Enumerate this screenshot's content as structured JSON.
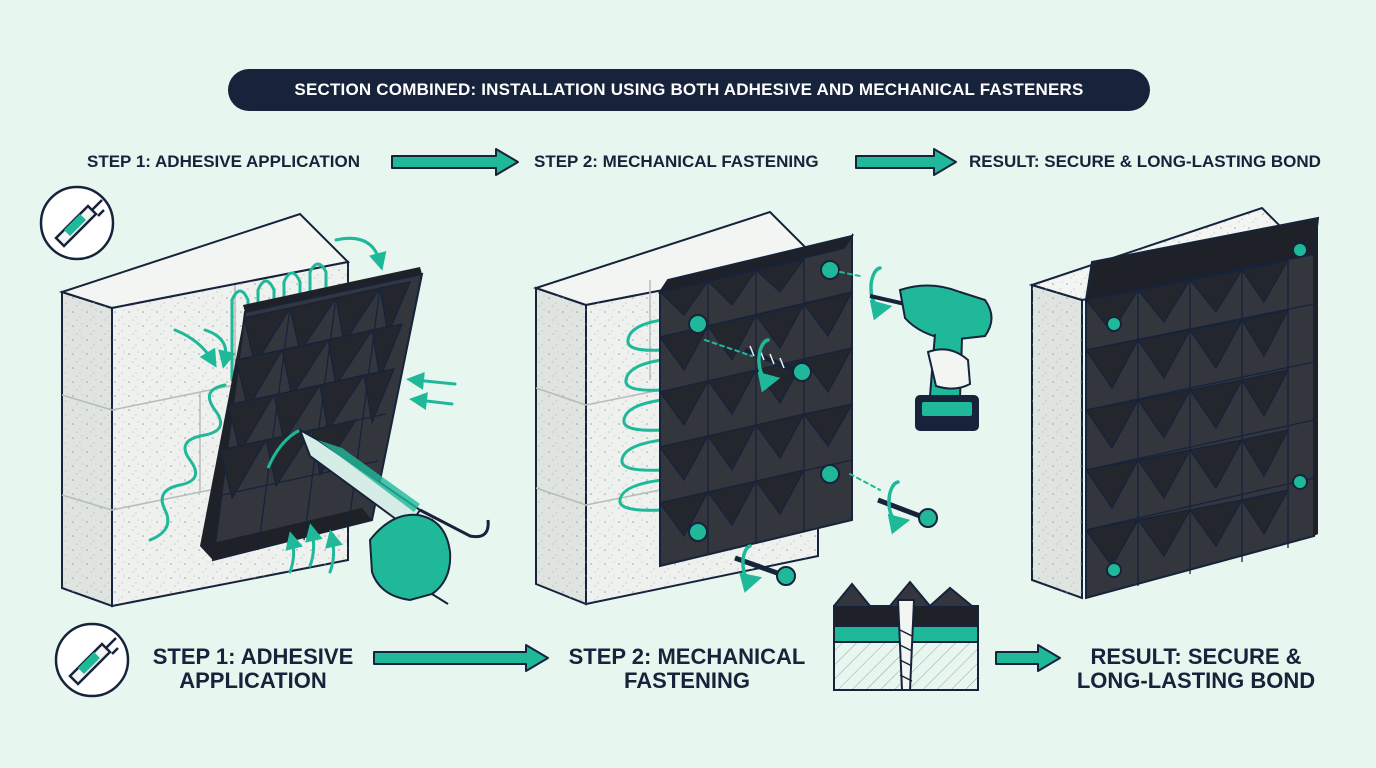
{
  "title": "SECTION COMBINED: INSTALLATION USING BOTH ADHESIVE AND MECHANICAL FASTENERS",
  "top_steps": [
    {
      "label": "STEP 1: ADHESIVE APPLICATION"
    },
    {
      "label": "STEP 2: MECHANICAL FASTENING"
    },
    {
      "label": "RESULT: SECURE & LONG-LASTING BOND"
    }
  ],
  "bottom_steps": [
    {
      "line1": "STEP 1: ADHESIVE",
      "line2": "APPLICATION"
    },
    {
      "line1": "STEP 2: MECHANICAL",
      "line2": "FASTENING"
    },
    {
      "line1": "RESULT: SECURE &",
      "line2": "LONG-LASTING BOND"
    }
  ],
  "icons": [
    "adhesive-tube-icon",
    "drill-icon",
    "screw-icon",
    "rotation-arrow-icon",
    "caulk-gun-icon"
  ],
  "colors": {
    "background": "#e8f6f0",
    "ink": "#16233b",
    "accent": "#1fb99a",
    "panel": "#33363d",
    "wall": "#eef1ee"
  }
}
